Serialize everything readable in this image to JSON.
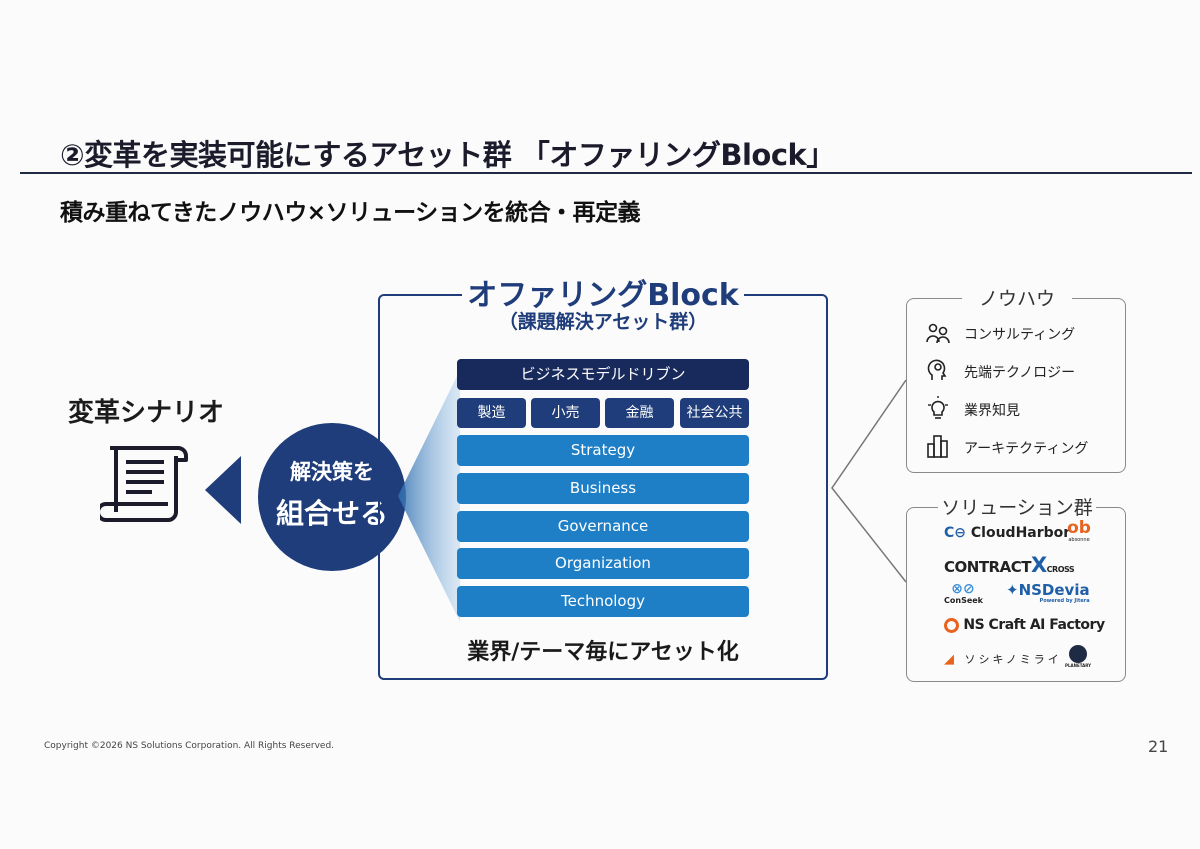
{
  "header": {
    "title": "②変革を実装可能にするアセット群 「オファリングBlock」",
    "subtitle": "積み重ねてきたノウハウ×ソリューションを統合・再定義"
  },
  "scenario": {
    "label": "変革シナリオ",
    "circle_line1": "解決策を",
    "circle_line2": "組合せる"
  },
  "offering": {
    "title": "オファリングBlock",
    "subtitle": "（課題解決アセット群）",
    "model_bar": "ビジネスモデルドリブン",
    "industries": [
      "製造",
      "小売",
      "金融",
      "社会公共"
    ],
    "layers": [
      "Strategy",
      "Business",
      "Governance",
      "Organization",
      "Technology"
    ],
    "footer": "業界/テーマ毎にアセット化"
  },
  "knowhow": {
    "title": "ノウハウ",
    "items": [
      {
        "label": "コンサルティング",
        "icon": "people-icon"
      },
      {
        "label": "先端テクノロジー",
        "icon": "head-gear-icon"
      },
      {
        "label": "業界知見",
        "icon": "lightbulb-icon"
      },
      {
        "label": "アーキテクティング",
        "icon": "buildings-icon"
      }
    ]
  },
  "solutions": {
    "title": "ソリューション群",
    "logos": {
      "cloudharbor": "CloudHarbor",
      "absonne": "absonne",
      "contract": "CONTRACT",
      "contract_x": "X",
      "contract_cross": "CROSS",
      "conseek": "ConSeek",
      "nsdevia": "NSDevia",
      "nsdevia_sub": "Powered by Jitera",
      "nscraft": "NS Craft AI Factory",
      "soshikinomirai": "ソシキノミライ",
      "planetary": "PLANETARY"
    }
  },
  "footer": {
    "copyright": "Copyright ©2026 NS Solutions Corporation. All Rights Reserved.",
    "page_number": "21"
  },
  "colors": {
    "navy": "#1f3d7a",
    "dark_navy": "#182a5c",
    "layer_blue": "#1f7fc6",
    "orange": "#e8641e"
  }
}
